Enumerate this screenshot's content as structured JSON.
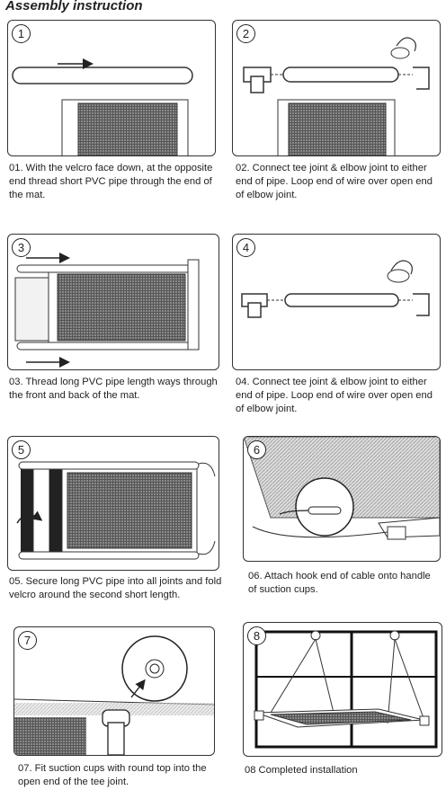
{
  "title": "Assembly instruction",
  "steps": [
    {
      "num": "1",
      "caption": "01.  With the velcro face down, at the opposite end thread short PVC pipe through the end of the mat."
    },
    {
      "num": "2",
      "caption": "02.  Connect tee joint & elbow joint to either end of pipe. Loop end of wire over open end of elbow joint."
    },
    {
      "num": "3",
      "caption": "03.  Thread long PVC pipe length ways through the front and back of the mat."
    },
    {
      "num": "4",
      "caption": "04.  Connect tee joint & elbow joint to either end of pipe. Loop end of wire over open end of elbow joint."
    },
    {
      "num": "5",
      "caption": "05.  Secure long PVC pipe into all joints and fold velcro around the second short length."
    },
    {
      "num": "6",
      "caption": "06.  Attach hook end of cable onto handle of suction cups."
    },
    {
      "num": "7",
      "caption": "07.  Fit suction cups with round top into the open end of the tee joint."
    },
    {
      "num": "8",
      "caption": "08   Completed installation"
    }
  ]
}
